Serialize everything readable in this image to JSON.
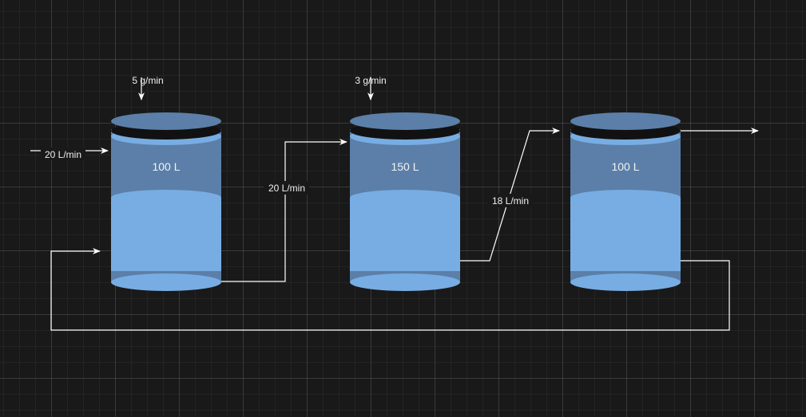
{
  "tanks": [
    {
      "volume": "100 L"
    },
    {
      "volume": "150 L"
    },
    {
      "volume": "100 L"
    }
  ],
  "flows": {
    "inlet_flow": "20 L/min",
    "tank1_dose": "5 g/min",
    "tank1_to_tank2": "20 L/min",
    "tank2_dose": "3 g/min",
    "tank2_to_tank3": "18 L/min"
  },
  "colors": {
    "tank_light": "#78ade3",
    "tank_dark": "#5b7fa8",
    "background": "#191919",
    "connector": "#ffffff"
  }
}
